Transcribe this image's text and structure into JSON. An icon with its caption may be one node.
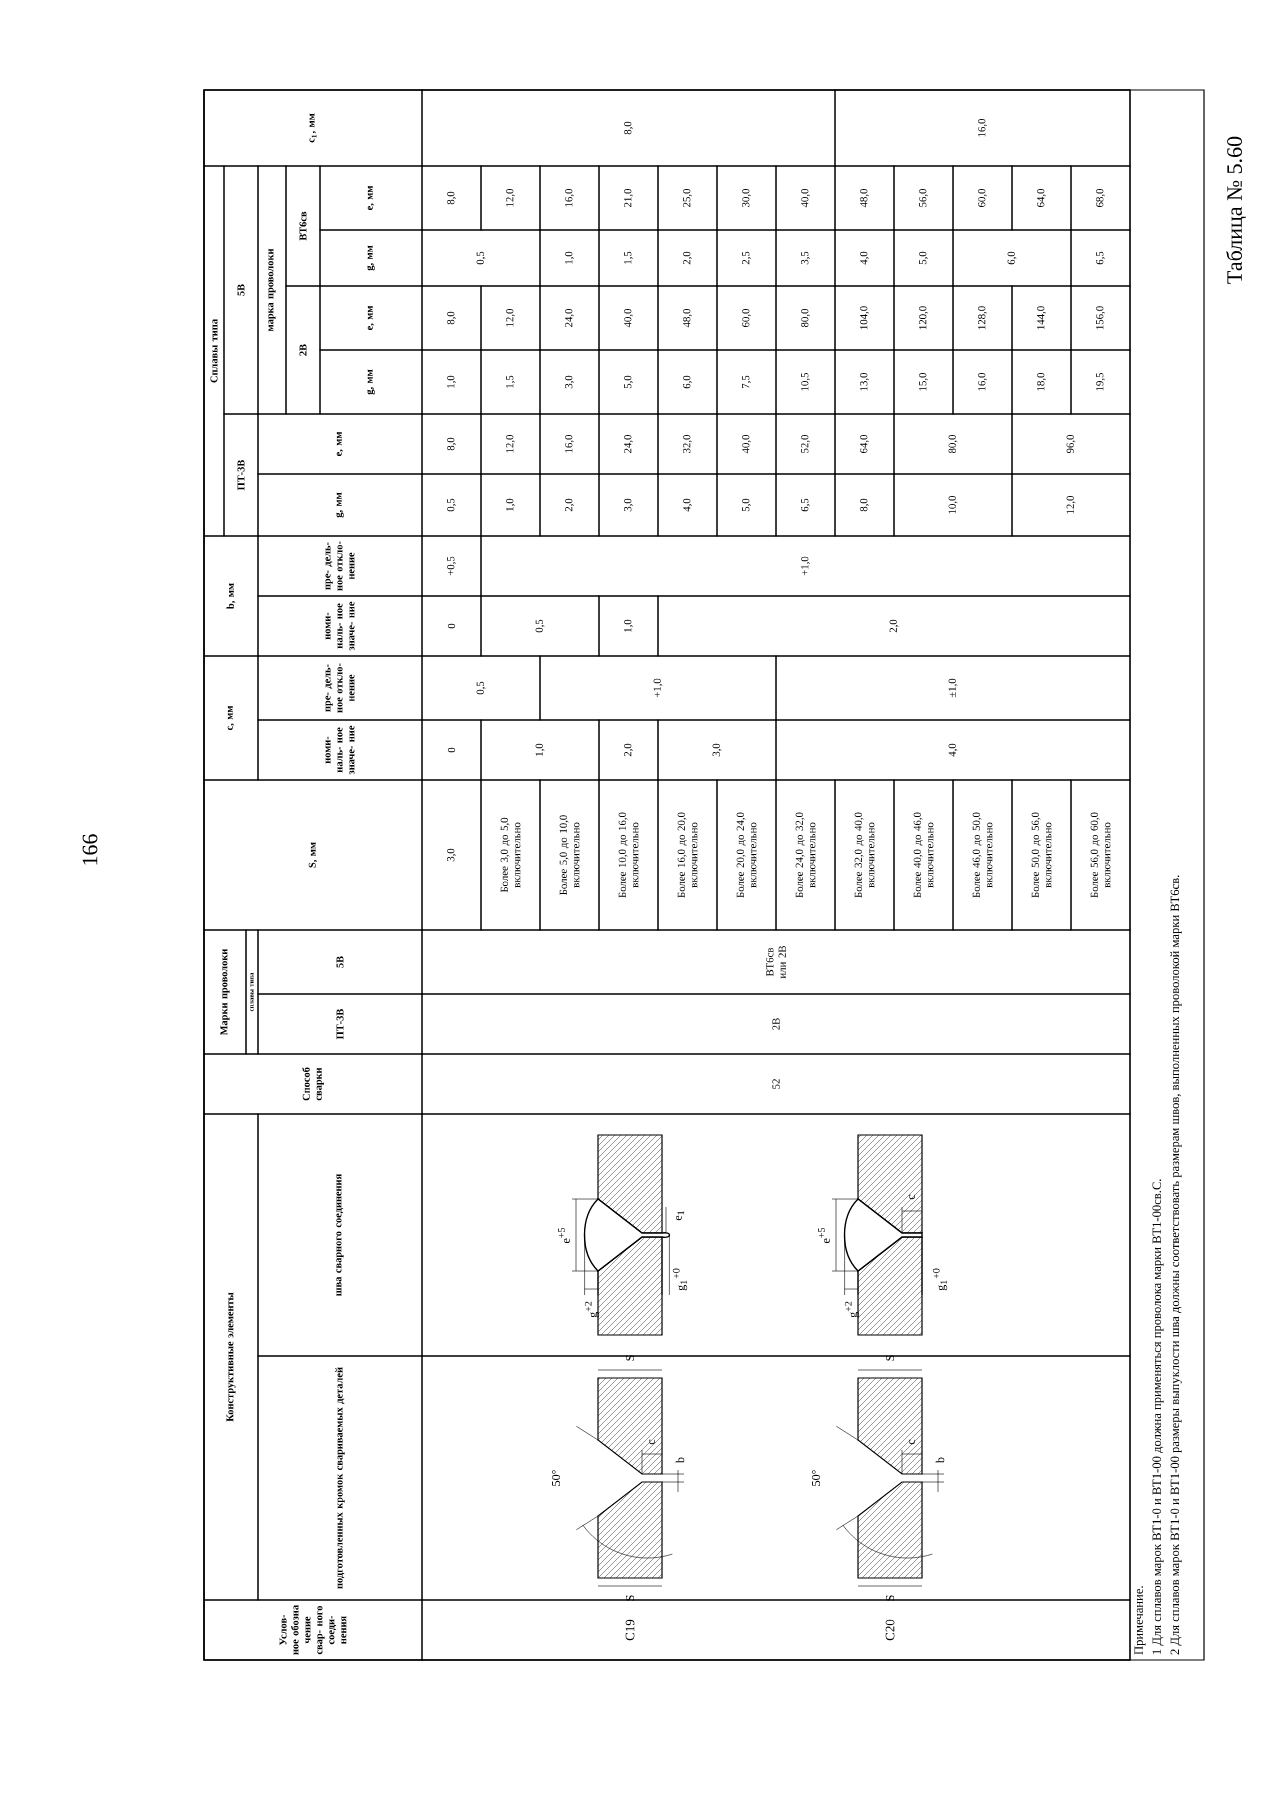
{
  "diagram": {
    "title": "Таблица № 5.60",
    "labels": [
      "166",
      "Услов- ное обозна чение свар- ного соеди- нения",
      "Конструктивные элементы",
      "подготовленных кромок свариваемых деталей",
      "шва сварного соединения",
      "Способ сварки",
      "Марки проволоки",
      "сплавы типа",
      "ПТ-3В",
      "5В",
      "S, мм",
      "c, мм",
      "номи- наль- ное значе- ние",
      "пре- дель- ное откло- нение",
      "b, мм",
      "номи- наль- ное значе- ние",
      "пре- дель- ное откло- нение",
      "Сплавы типа",
      "ПТ-3В",
      "g, мм",
      "e, мм",
      "5В",
      "марка проволоки",
      "2В",
      "g, мм",
      "e, мм",
      "ВТ6св",
      "g, мм",
      "e, мм",
      "c$_{1}$, мм",
      "С19",
      "С20",
      "S",
      "S",
      "50°",
      "b",
      "c",
      "e$^{+5}$",
      "g$^{+2}$",
      "e$_{1}$",
      "g$_{1}$$^{+0}$",
      "S",
      "S",
      "50°",
      "b",
      "c",
      "e$^{+5}$",
      "g$^{+2}$",
      "c",
      "g$_{1}$$^{+0}$",
      "52",
      "2В",
      "ВТ6св или 2В",
      "3,0",
      "Более 3,0 до 5,0 включительно",
      "Более 5,0 до 10,0 включительно",
      "Более 10,0 до 16,0 включительно",
      "Более 16,0 до 20,0 включительно",
      "Более 20,0 до 24,0 включительно",
      "Более 24,0 до 32,0 включительно",
      "Более 32,0 до 40,0 включительно",
      "Более 40,0 до 46,0 включительно",
      "Более 46,0 до 50,0 включительно",
      "Более 50,0 до 56,0 включительно",
      "Более 56,0 до 60,0 включительно",
      "0",
      "1,0",
      "2,0",
      "3,0",
      "4,0",
      "0,5",
      "+1,0",
      "±1,0",
      "0",
      "0,5",
      "1,0",
      "2,0",
      "+0,5",
      "+1,0",
      "0,5",
      "1,0",
      "2,0",
      "3,0",
      "4,0",
      "5,0",
      "6,5",
      "8,0",
      "10,0",
      "12,0",
      "8,0",
      "12,0",
      "16,0",
      "24,0",
      "32,0",
      "40,0",
      "52,0",
      "64,0",
      "80,0",
      "96,0",
      "1,0",
      "1,5",
      "3,0",
      "5,0",
      "6,0",
      "7,5",
      "10,5",
      "13,0",
      "15,0",
      "16,0",
      "18,0",
      "19,5",
      "8,0",
      "12,0",
      "24,0",
      "40,0",
      "48,0",
      "60,0",
      "80,0",
      "104,0",
      "120,0",
      "128,0",
      "144,0",
      "156,0",
      "0,5",
      "1,0",
      "1,5",
      "2,0",
      "2,5",
      "3,5",
      "4,0",
      "5,0",
      "6,0",
      "6,5",
      "8,0",
      "12,0",
      "16,0",
      "21,0",
      "25,0",
      "30,0",
      "40,0",
      "48,0",
      "56,0",
      "60,0",
      "64,0",
      "68,0",
      "8,0",
      "16,0",
      "Примечание.",
      "1 Для сплавов марок ВТ1-0 и ВТ1-00 должна применяться проволока марки ВТ1-00св.С.",
      "2 Для сплавов марок ВТ1-0 и ВТ1-00 размеры выпуклости шва должны соответствовать размерам швов, выполненных проволокой марки ВТ6св."
    ]
  }
}
